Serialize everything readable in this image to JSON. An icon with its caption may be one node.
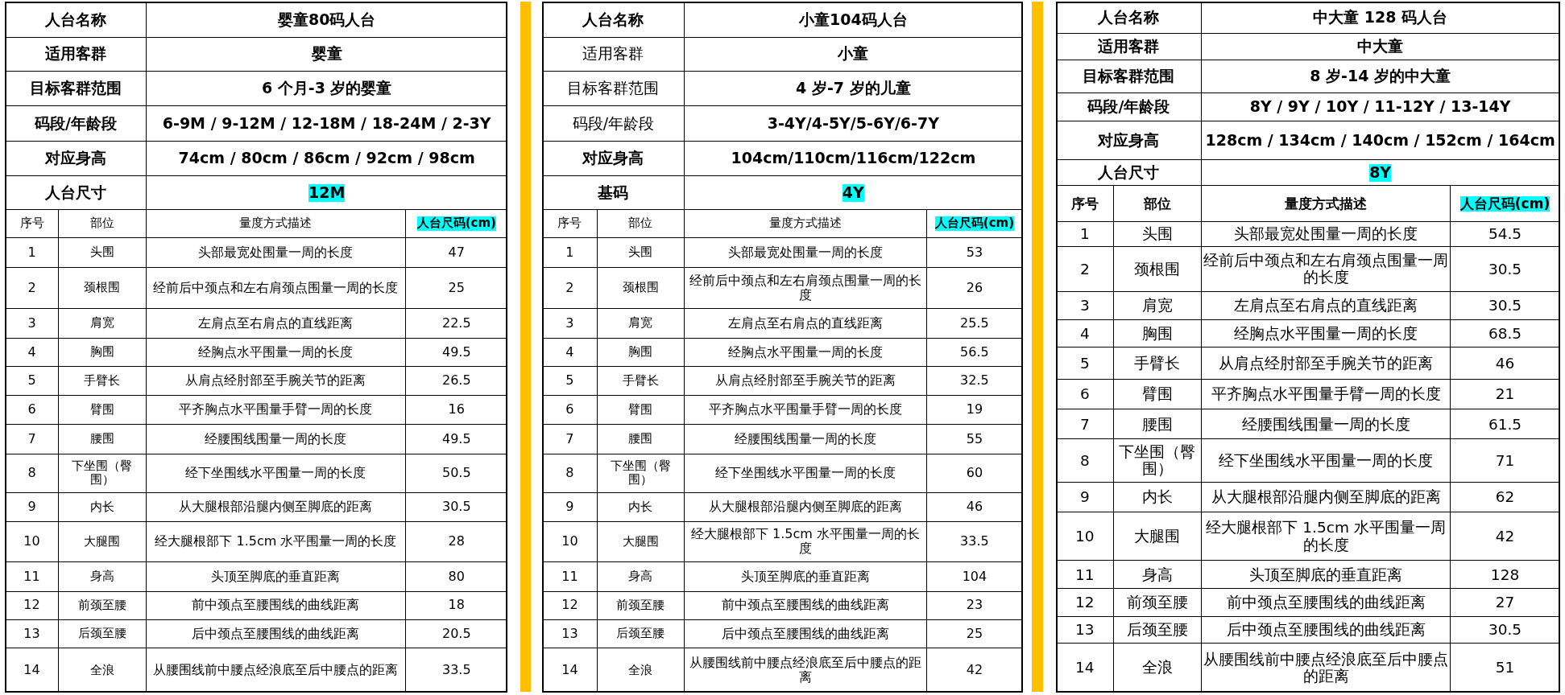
{
  "diagram": {
    "nodes": [
      {
        "text": [],
        "shape": "bar"
      },
      {
        "text": [],
        "shape": "bar"
      }
    ],
    "labels": [
      "人台名称",
      "婴童80码人台",
      "适用客群",
      "婴童",
      "目标客群范围",
      "6 个月-3 岁的婴童",
      "码段/年龄段",
      "6-9M / 9-12M / 12-18M / 18-24M / 2-3Y",
      "对应身高",
      "74cm / 80cm / 86cm / 92cm / 98cm",
      "人台尺寸",
      "12M",
      "序号",
      "部位",
      "量度方式描述",
      "人台尺码(cm)",
      "1",
      "头围",
      "头部最宽处围量一周的长度",
      "47",
      "2",
      "颈根围",
      "经前后中颈点和左右肩颈点围量一周的长度",
      "25",
      "3",
      "肩宽",
      "左肩点至右肩点的直线距离",
      "22.5",
      "4",
      "胸围",
      "经胸点水平围量一周的长度",
      "49.5",
      "5",
      "手臂长",
      "从肩点经肘部至手腕关节的距离",
      "26.5",
      "6",
      "臂围",
      "平齐胸点水平围量手臂一周的长度",
      "16",
      "7",
      "腰围",
      "经腰围线围量一周的长度",
      "49.5",
      "8",
      "下坐围（臀围）",
      "经下坐围线水平围量一周的长度",
      "50.5",
      "9",
      "内长",
      "从大腿根部沿腿内侧至脚底的距离",
      "30.5",
      "10",
      "大腿围",
      "经大腿根部下 1.5cm 水平围量一周的长度",
      "28",
      "11",
      "身高",
      "头顶至脚底的垂直距离",
      "80",
      "12",
      "前颈至腰",
      "前中颈点至腰围线的曲线距离",
      "18",
      "13",
      "后颈至腰",
      "后中颈点至腰围线的曲线距离",
      "20.5",
      "14",
      "全浪",
      "从腰围线前中腰点经浪底至后中腰点的距离",
      "33.5",
      "人台名称",
      "小童104码人台",
      "适用客群",
      "小童",
      "目标客群范围",
      "4 岁-7 岁的儿童",
      "码段/年龄段",
      "3-4Y/4-5Y/5-6Y/6-7Y",
      "对应身高",
      "104cm/110cm/116cm/122cm",
      "基码",
      "4Y",
      "序号",
      "部位",
      "量度方式描述",
      "人台尺码(cm)",
      "1",
      "头围",
      "头部最宽处围量一周的长度",
      "53",
      "2",
      "颈根围",
      "经前后中颈点和左右肩颈点围量一周的长度",
      "26",
      "3",
      "肩宽",
      "左肩点至右肩点的直线距离",
      "25.5",
      "4",
      "胸围",
      "经胸点水平围量一周的长度",
      "56.5",
      "5",
      "手臂长",
      "从肩点经肘部至手腕关节的距离",
      "32.5",
      "6",
      "臂围",
      "平齐胸点水平围量手臂一周的长度",
      "19",
      "7",
      "腰围",
      "经腰围线围量一周的长度",
      "55",
      "8",
      "下坐围（臀围）",
      "经下坐围线水平围量一周的长度",
      "60",
      "9",
      "内长",
      "从大腿根部沿腿内侧至脚底的距离",
      "46",
      "10",
      "大腿围",
      "经大腿根部下 1.5cm 水平围量一周的长度",
      "33.5",
      "11",
      "身高",
      "头顶至脚底的垂直距离",
      "104",
      "12",
      "前颈至腰",
      "前中颈点至腰围线的曲线距离",
      "23",
      "13",
      "后颈至腰",
      "后中颈点至腰围线的曲线距离",
      "25",
      "14",
      "全浪",
      "从腰围线前中腰点经浪底至后中腰点的距离",
      "42",
      "人台名称",
      "中大童 128 码人台",
      "适用客群",
      "中大童",
      "目标客群范围",
      "8 岁-14 岁的中大童",
      "码段/年龄段",
      "8Y / 9Y / 10Y / 11-12Y / 13-14Y",
      "对应身高",
      "128cm / 134cm / 140cm / 152cm / 164cm",
      "人台尺寸",
      "8Y",
      "序号",
      "部位",
      "量度方式描述",
      "人台尺码(cm)",
      "1",
      "头围",
      "头部最宽处围量一周的长度",
      "54.5",
      "2",
      "颈根围",
      "经前后中颈点和左右肩颈点围量一周的长度",
      "30.5",
      "3",
      "肩宽",
      "左肩点至右肩点的直线距离",
      "30.5",
      "4",
      "胸围",
      "经胸点水平围量一周的长度",
      "68.5",
      "5",
      "手臂长",
      "从肩点经肘部至手腕关节的距离",
      "46",
      "6",
      "臂围",
      "平齐胸点水平围量手臂一周的长度",
      "21",
      "7",
      "腰围",
      "经腰围线围量一周的长度",
      "61.5",
      "8",
      "下坐围（臀围）",
      "经下坐围线水平围量一周的长度",
      "71",
      "9",
      "内长",
      "从大腿根部沿腿内侧至脚底的距离",
      "62",
      "10",
      "大腿围",
      "经大腿根部下 1.5cm 水平围量一周的长度",
      "42",
      "11",
      "身高",
      "头顶至脚底的垂直距离",
      "128",
      "12",
      "前颈至腰",
      "前中颈点至腰围线的曲线距离",
      "27",
      "13",
      "后颈至腰",
      "后中颈点至腰围线的曲线距离",
      "30.5",
      "14",
      "全浪",
      "从腰围线前中腰点经浪底至后中腰点的距离",
      "51"
    ]
  }
}
